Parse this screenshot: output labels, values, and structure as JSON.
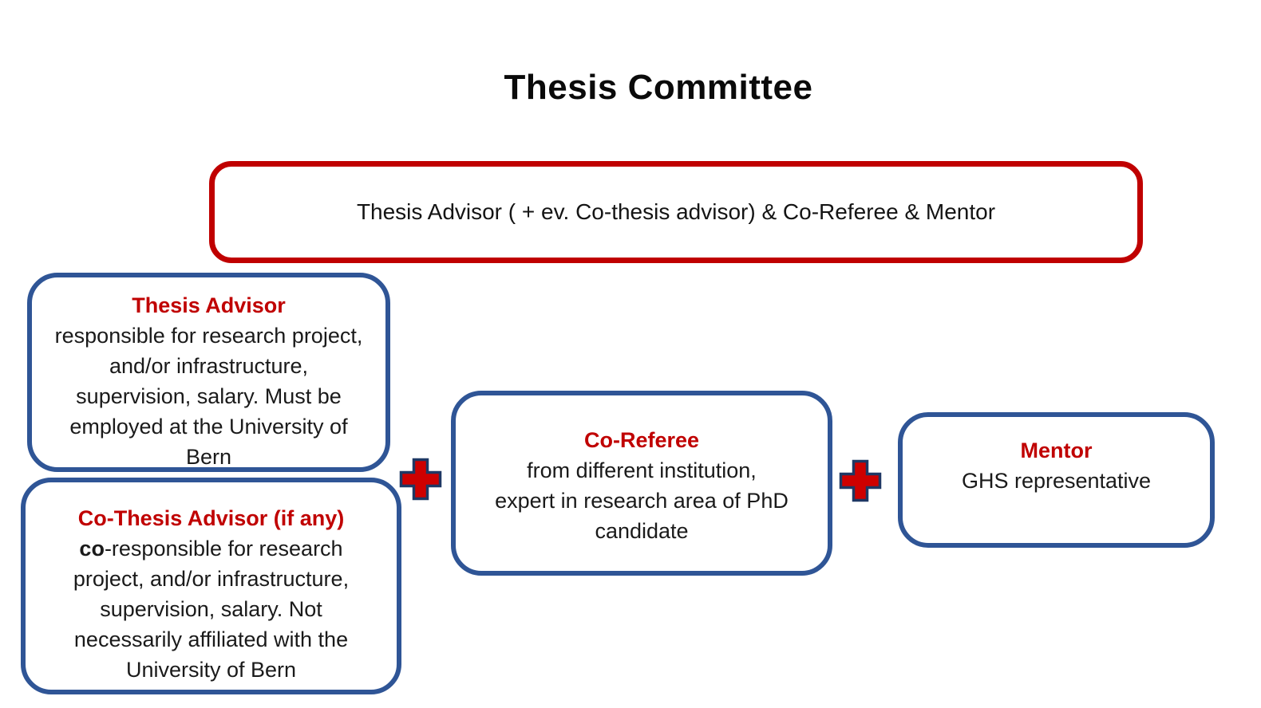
{
  "title": "Thesis Committee",
  "colors": {
    "box_border_red": "#c00000",
    "box_border_blue": "#2f5596",
    "heading_red": "#c00000",
    "body_text": "#1a1a1a",
    "plus_fill": "#ce0000",
    "plus_outline": "#1f3864",
    "background": "#ffffff"
  },
  "summary_box": {
    "label": "Thesis Advisor ( + ev. Co-thesis advisor) & Co-Referee & Mentor"
  },
  "boxes": {
    "thesis_advisor": {
      "heading": "Thesis Advisor",
      "lines": [
        "responsible for research project,",
        "and/or infrastructure,",
        "supervision, salary. Must be",
        "employed at the University of",
        "Bern"
      ]
    },
    "co_thesis_advisor": {
      "heading": "Co-Thesis Advisor (if any)",
      "line1_bold": "co",
      "line1_rest": "-responsible for research",
      "lines": [
        "project, and/or infrastructure,",
        "supervision, salary. Not",
        "necessarily affiliated with the",
        "University of Bern"
      ]
    },
    "co_referee": {
      "heading": "Co-Referee",
      "lines": [
        "from different institution,",
        "expert in research area of PhD",
        "candidate"
      ]
    },
    "mentor": {
      "heading": "Mentor",
      "lines": [
        "GHS representative"
      ]
    }
  },
  "operators": {
    "plus": "+"
  }
}
